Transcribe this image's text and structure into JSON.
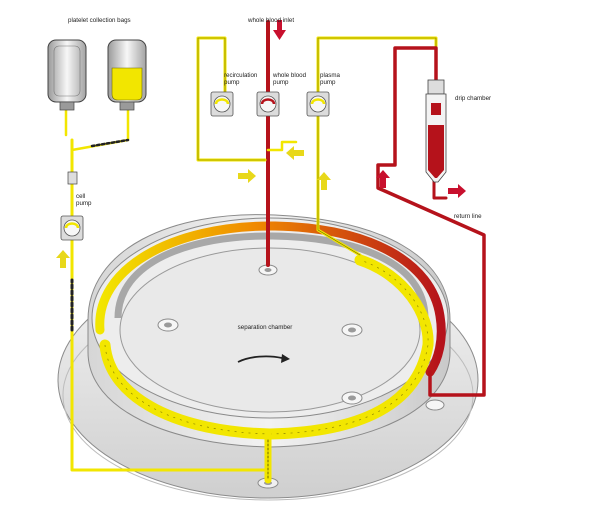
{
  "labels": {
    "platelet_bags": "platelet collection bags",
    "whole_blood_inlet": "whole blood inlet",
    "recirculation_pump_l1": "recirculation",
    "recirculation_pump_l2": "pump",
    "whole_blood_pump_l1": "whole blood",
    "whole_blood_pump_l2": "pump",
    "plasma_pump_l1": "plasma",
    "plasma_pump_l2": "pump",
    "drip_chamber": "drip chamber",
    "return_line": "return line",
    "cell_pump_l1": "cell",
    "cell_pump_l2": "pump",
    "separation_chamber": "separation chamber"
  },
  "colors": {
    "blood": "#b5121b",
    "plasma": "#f2e600",
    "plasma_outline": "#8a8300",
    "arrow_yellow": "#e8d81a",
    "arrow_red": "#c8102e",
    "housing": "#e6e6e6",
    "housing_dark": "#b9b9b9"
  }
}
